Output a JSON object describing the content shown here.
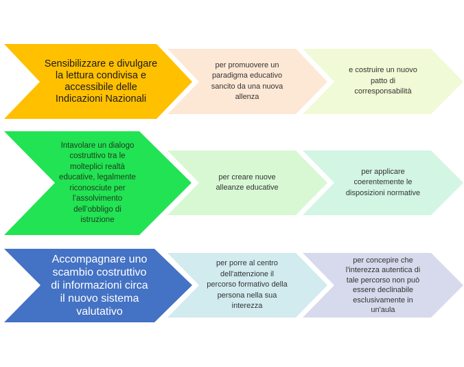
{
  "diagram": {
    "rows": [
      {
        "name": "row-1",
        "colors": {
          "main": "#FFC000",
          "second": "#FDE8D5",
          "third": "#F1FAD6"
        },
        "main_text": "Sensibilizzare e divulgare la lettura condivisa e accessibile delle Indicazioni Nazionali",
        "main_lines": [
          "Sensibilizzare e divulgare",
          "la lettura condivisa e",
          "accessibile delle",
          "Indicazioni Nazionali"
        ],
        "second_lines": [
          "per promuovere  un",
          "paradigma educativo",
          "sancito da una nuova",
          "allenza"
        ],
        "third_lines": [
          "e costruire un nuovo",
          "patto di",
          "corresponsabilità"
        ]
      },
      {
        "name": "row-2",
        "colors": {
          "main": "#22E353",
          "second": "#D7F8D3",
          "third": "#D2F5E4"
        },
        "main_lines": [
          "Intavolare un dialogo",
          "costruttivo tra le",
          "molteplici realtà",
          "educative, legalmente",
          "riconosciute per",
          "l’assolvimento",
          "dell’obbligo di",
          "istruzione"
        ],
        "second_lines": [
          "per creare nuove",
          "alleanze educative"
        ],
        "third_lines": [
          "per applicare",
          "coerentemente  le",
          "disposizioni normative"
        ]
      },
      {
        "name": "row-3",
        "colors": {
          "main": "#4472C4",
          "second": "#D1EBEF",
          "third": "#D6DAEC"
        },
        "main_lines": [
          "Accompagnare uno",
          "scambio costruttivo",
          "di informazioni circa",
          "il nuovo sistema",
          "valutativo"
        ],
        "second_lines": [
          "per porre al centro",
          "dell'attenzione il",
          "percorso formativo della",
          "persona nella sua",
          "interezza"
        ],
        "third_lines": [
          "per  concepire che",
          "l'interezza autentica di",
          "tale percorso  non può",
          "essere declinabile",
          "esclusivamente in",
          "un'aula"
        ]
      }
    ]
  }
}
